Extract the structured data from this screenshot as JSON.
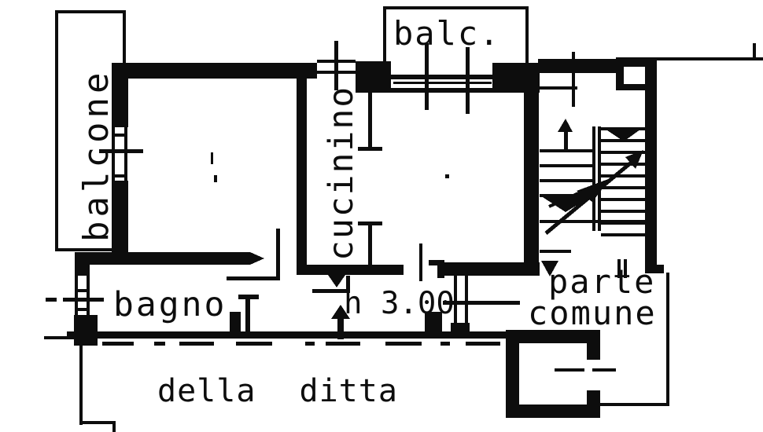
{
  "labels": {
    "balcony_left": "balcone",
    "balcony_top": "balc.",
    "kitchenette": "cucinino",
    "bathroom": "bagno",
    "ceiling_height": "h 3.00",
    "common_part_line1": "parte",
    "common_part_line2": "comune",
    "firm_property": "della ditta"
  },
  "colors": {
    "ink": "#0d0d0d",
    "paper": "#ffffff"
  }
}
